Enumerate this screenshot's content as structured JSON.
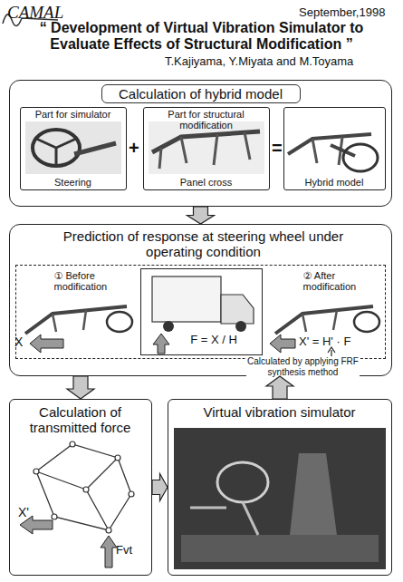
{
  "diagram": {
    "title": "“ Development of Virtual Vibration Simulator to Evaluate Effects of Structural Modification ”",
    "nodes": [
      {
        "text": [
          "Calculation of hybrid model"
        ]
      },
      {
        "text": [
          "Part for simulator",
          "Steering"
        ],
        "in": 0
      },
      {
        "text": [
          "Part for structural modification",
          "Panel cross"
        ],
        "in": 0
      },
      {
        "text": [
          "Hybrid model"
        ],
        "in": 0
      },
      {
        "text": [
          "Prediction of response at steering wheel under operating condition"
        ]
      },
      {
        "text": [
          "① Before modification",
          "② After modification"
        ],
        "in": 4
      },
      {
        "text": [
          "F = X / H"
        ],
        "in": 5
      },
      {
        "text": [
          "Calculation of transmitted force"
        ]
      },
      {
        "text": [
          "Virtual vibration simulator"
        ]
      }
    ],
    "edges": [
      {
        "from": 0,
        "to": 4,
        "arrow": "to"
      },
      {
        "from": 4,
        "to": 7,
        "arrow": "to"
      },
      {
        "from": 7,
        "to": 8,
        "arrow": "to"
      },
      {
        "from": 8,
        "to": 4,
        "arrow": "to"
      }
    ],
    "labels": [
      "CAMAL",
      "September,1998",
      "T.Kajiyama, Y.Miyata and M.Toyama",
      "+",
      "=",
      "X",
      "X' = H' · F",
      "Calculated by applying FRF synthesis method",
      "X'",
      "Fvt"
    ]
  }
}
